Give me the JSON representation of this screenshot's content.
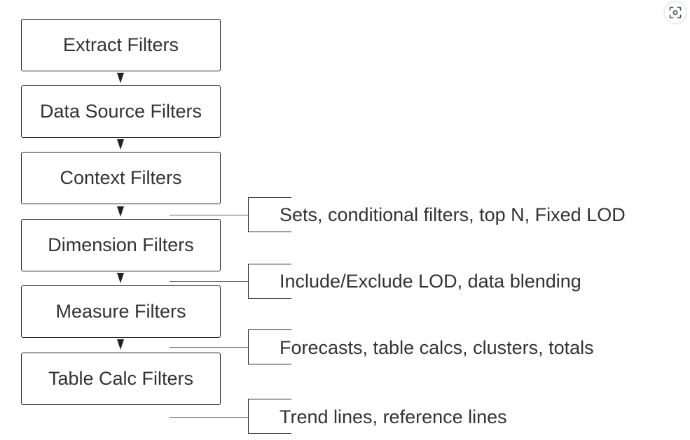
{
  "flow": {
    "steps": [
      {
        "label": "Extract Filters"
      },
      {
        "label": "Data Source Filters"
      },
      {
        "label": "Context Filters"
      },
      {
        "label": "Dimension Filters"
      },
      {
        "label": "Measure Filters"
      },
      {
        "label": "Table Calc Filters"
      }
    ],
    "annotations": [
      {
        "text": "Sets, conditional filters, top N, Fixed LOD"
      },
      {
        "text": "Include/Exclude LOD, data blending"
      },
      {
        "text": "Forecasts, table calcs, clusters, totals"
      },
      {
        "text": "Trend lines, reference lines"
      }
    ]
  },
  "toolbar": {
    "icon": "visual-search-icon"
  },
  "colors": {
    "stroke": "#222222",
    "text": "#333333",
    "background": "#ffffff"
  }
}
